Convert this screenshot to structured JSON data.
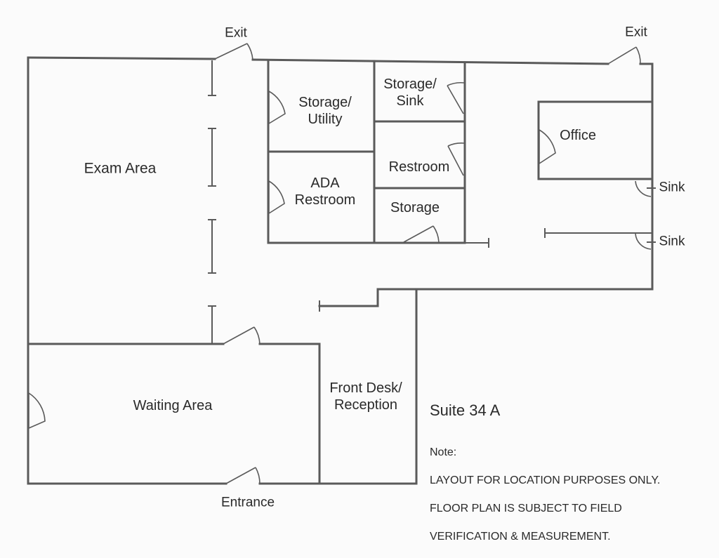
{
  "labels": {
    "exit_left": "Exit",
    "exit_right": "Exit",
    "exam_area": "Exam Area",
    "storage_utility": "Storage/\nUtility",
    "storage_sink": "Storage/\nSink",
    "restroom": "Restroom",
    "ada_restroom": "ADA\nRestroom",
    "storage": "Storage",
    "office": "Office",
    "sink_1": "Sink",
    "sink_2": "Sink",
    "waiting_area": "Waiting Area",
    "front_desk": "Front Desk/\nReception",
    "entrance": "Entrance"
  },
  "suite": "Suite 34 A",
  "note": {
    "heading": "Note:",
    "lines": [
      "LAYOUT FOR LOCATION PURPOSES ONLY.",
      "FLOOR PLAN IS SUBJECT TO FIELD",
      "VERIFICATION & MEASUREMENT."
    ]
  },
  "colors": {
    "wall": "#5a5a5a",
    "text": "#2a2a2a",
    "background": "#fbfbfb"
  }
}
